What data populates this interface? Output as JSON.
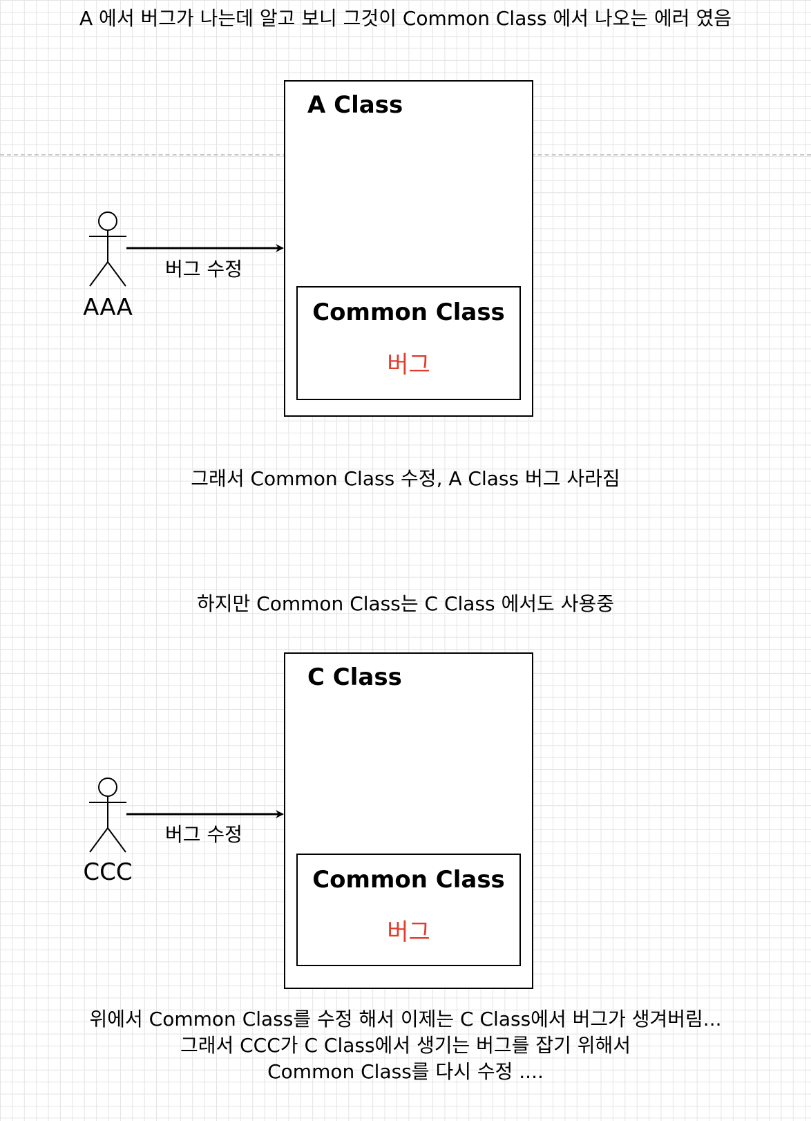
{
  "captions": {
    "top": "A 에서 버그가 나는데 알고 보니 그것이 Common Class 에서 나오는 에러 였음",
    "middle1": "그래서 Common Class 수정, A Class 버그 사라짐",
    "middle2": "하지만 Common Class는 C Class 에서도 사용중",
    "bottom": [
      "위에서 Common Class를 수정 해서 이제는 C Class에서 버그가 생겨버림...",
      "그래서 CCC가 C Class에서 생기는 버그를 잡기 위해서",
      "Common Class를 다시 수정 ...."
    ]
  },
  "diagram_a": {
    "actor": "AAA",
    "arrow_label": "버그 수정",
    "class_title": "A Class",
    "inner_title": "Common Class",
    "inner_bug": "버그"
  },
  "diagram_c": {
    "actor": "CCC",
    "arrow_label": "버그 수정",
    "class_title": "C Class",
    "inner_title": "Common Class",
    "inner_bug": "버그"
  },
  "colors": {
    "bug": "#e03e2d",
    "grid": "#e4e4e4",
    "stroke": "#000000"
  }
}
